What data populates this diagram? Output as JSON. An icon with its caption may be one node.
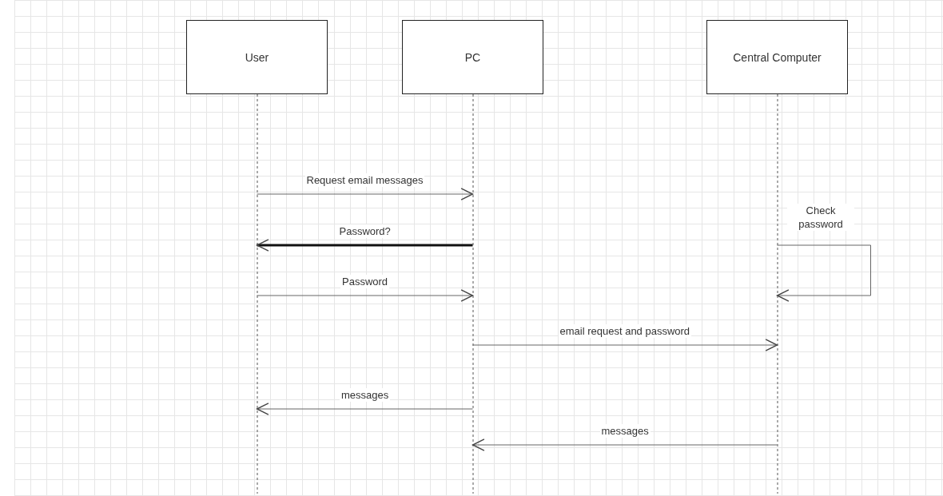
{
  "diagram": {
    "nodes": [
      {
        "text": [
          "User"
        ]
      },
      {
        "text": [
          "PC"
        ]
      },
      {
        "text": [
          "Central Computer"
        ]
      }
    ],
    "edges": [
      {
        "from": 0,
        "to": 1,
        "arrow": "to",
        "label": "Request email messages"
      },
      {
        "from": 1,
        "to": 0,
        "arrow": "to",
        "label": "Password?",
        "style": "thick"
      },
      {
        "from": 2,
        "to": 2,
        "arrow": "to",
        "label": "Check password"
      },
      {
        "from": 0,
        "to": 1,
        "arrow": "to",
        "label": "Password"
      },
      {
        "from": 1,
        "to": 2,
        "arrow": "to",
        "label": "email request and password"
      },
      {
        "from": 1,
        "to": 0,
        "arrow": "to",
        "label": "messages"
      },
      {
        "from": 2,
        "to": 1,
        "arrow": "to",
        "label": "messages"
      }
    ]
  }
}
